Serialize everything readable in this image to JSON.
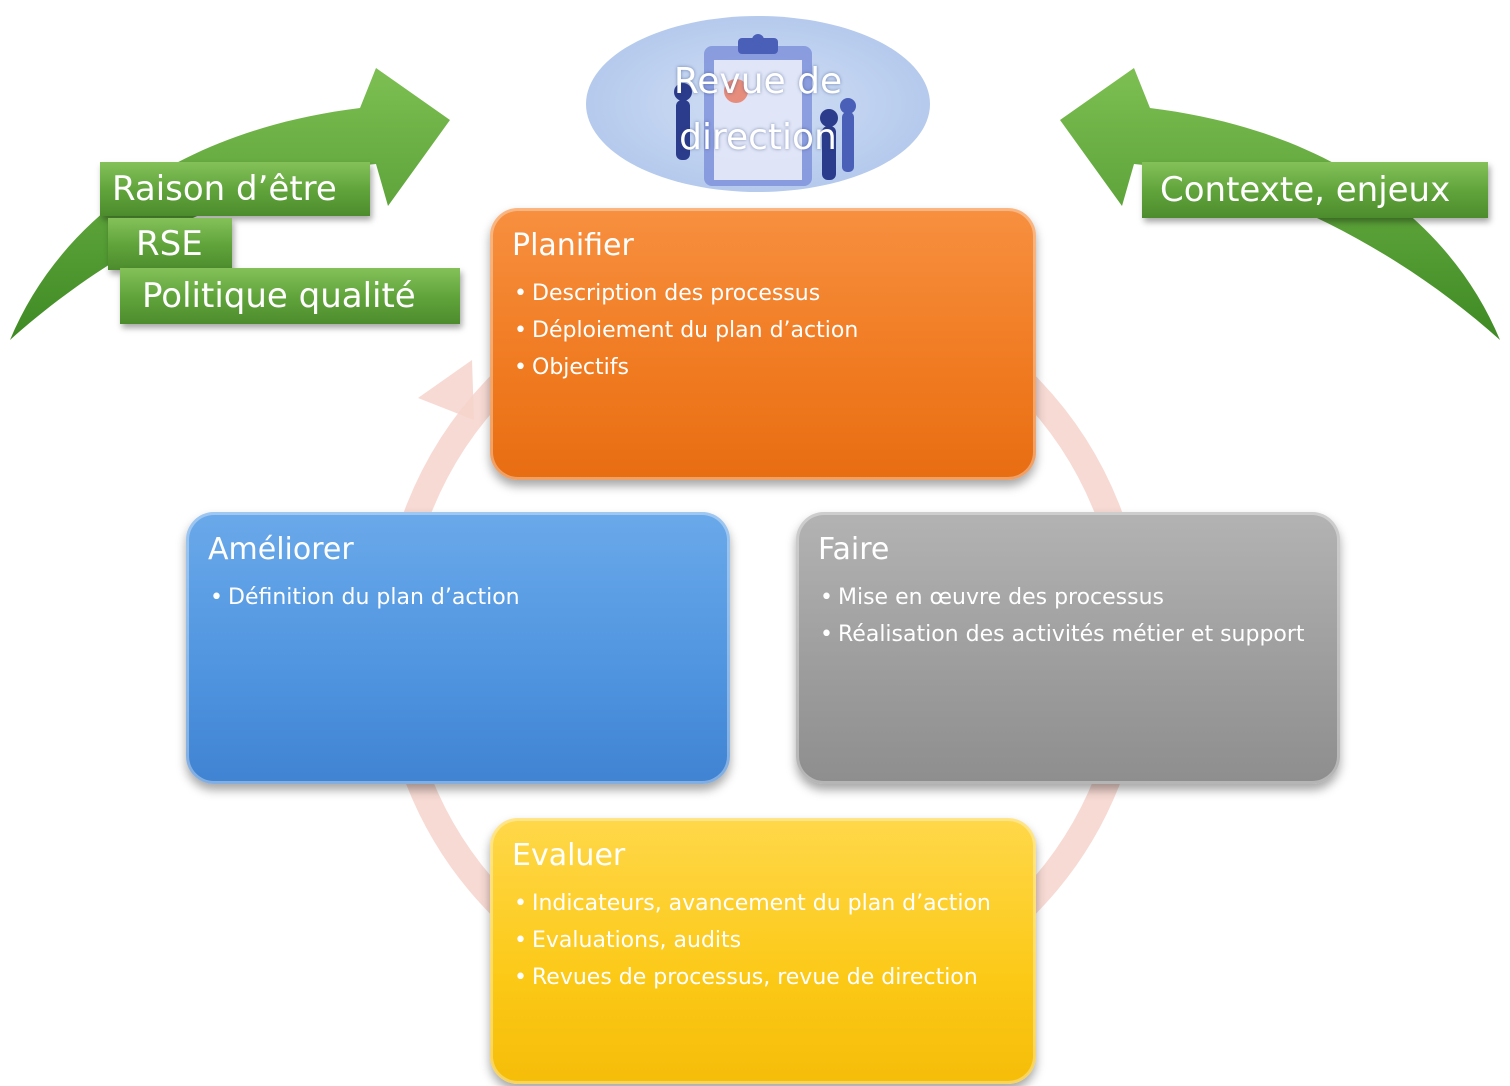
{
  "review": {
    "title_line1": "Revue de",
    "title_line2": "direction",
    "illustration": "clipboard-meeting-illustration"
  },
  "left_labels": {
    "raison": "Raison d’être",
    "rse": "RSE",
    "politique": "Politique qualité"
  },
  "right_label": "Contexte, enjeux",
  "cycle": {
    "planifier": {
      "title": "Planifier",
      "items": [
        "Description des processus",
        "Déploiement du plan d’action",
        "Objectifs"
      ]
    },
    "faire": {
      "title": "Faire",
      "items": [
        "Mise en œuvre des processus",
        "Réalisation des activités métier et support"
      ]
    },
    "evaluer": {
      "title": "Evaluer",
      "items": [
        "Indicateurs, avancement du plan d’action",
        "Evaluations, audits",
        "Revues de processus, revue de direction"
      ]
    },
    "ameliorer": {
      "title": "Améliorer",
      "items": [
        "Définition du plan d’action"
      ]
    }
  },
  "colors": {
    "planifier": "#f07a20",
    "faire": "#9c9c9c",
    "evaluer": "#fcc917",
    "ameliorer": "#4f94df",
    "green_arrows": "#5fa23a",
    "cycle_ring": "#f6c9bf"
  }
}
